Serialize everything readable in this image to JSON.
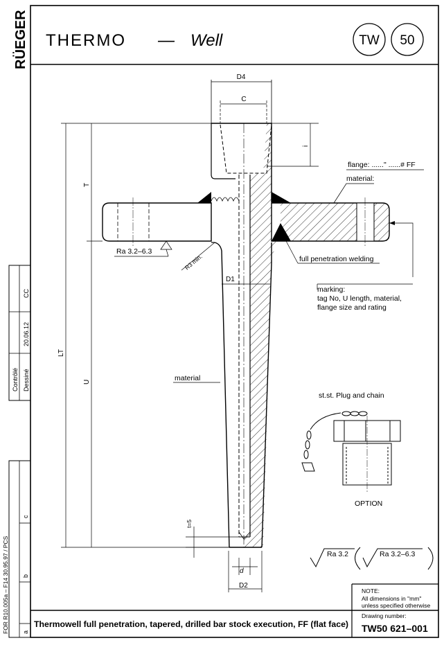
{
  "brand": "RÜEGER",
  "header": {
    "title_main": "THERMO",
    "title_dash": "—",
    "title_sub": "Well",
    "badge_1": "TW",
    "badge_2": "50"
  },
  "dimensions": {
    "d4": "D4",
    "c": "C",
    "i": "i",
    "t": "T",
    "lt": "LT",
    "u": "U",
    "d1": "D1",
    "d2": "D2",
    "d": "d",
    "t5": "t=5",
    "r3": "R3 min."
  },
  "callouts": {
    "flange": "flange: ......\" ......# FF",
    "material_top": "material:",
    "ra_flange": "Ra  3.2–6.3",
    "weld": "full penetration welding",
    "marking_1": "marking:",
    "marking_2": "tag No, U length, material,",
    "marking_3": "flange size and rating",
    "material_stem": "material"
  },
  "option": {
    "title": "st.st. Plug and chain",
    "label": "OPTION"
  },
  "roughness": {
    "main": "Ra  3.2",
    "general": "Ra  3.2–6.3"
  },
  "side_block": {
    "cc": "CC",
    "date": "20.06.12",
    "controle": "Contrôlé",
    "dessine": "Dessiné",
    "rev_c": "c",
    "rev_b": "b",
    "rev_a": "a",
    "form_ref": "FOR R10.005a – F14 30.95.97 / PCS"
  },
  "notes": {
    "note_title": "NOTE:",
    "note_line1": "All dimensions in \"mm\"",
    "note_line2": "unless specified otherwise"
  },
  "footer": {
    "description": "Thermowell full penetration, tapered, drilled bar stock execution, FF (flat face)",
    "drawing_label": "Drawing number:",
    "drawing_number": "TW50  621–001"
  }
}
